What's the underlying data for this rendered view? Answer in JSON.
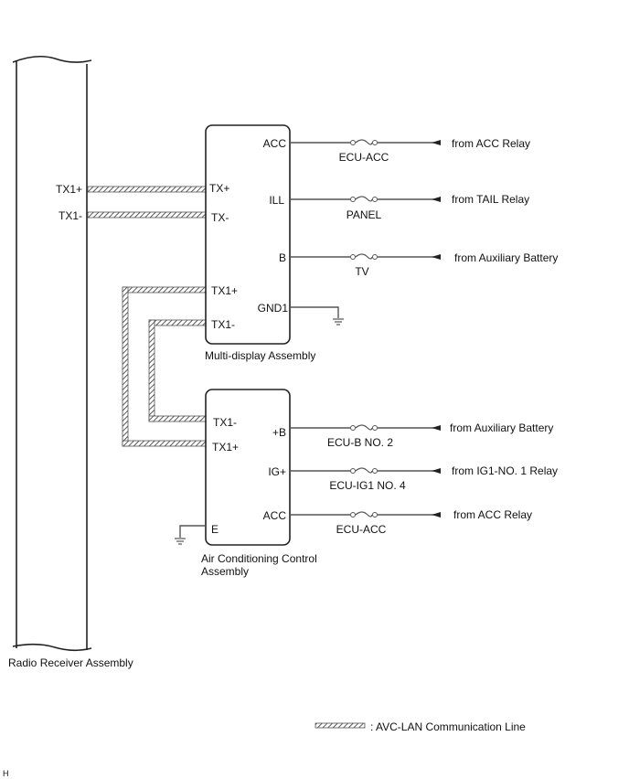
{
  "radio_receiver": {
    "label": "Radio Receiver Assembly",
    "pins": [
      {
        "id": "tx1p",
        "label": "TX1+"
      },
      {
        "id": "tx1m",
        "label": "TX1-"
      }
    ]
  },
  "multi_display": {
    "label": "Multi-display Assembly",
    "left_pins": [
      {
        "id": "txp",
        "label": "TX+"
      },
      {
        "id": "txm",
        "label": "TX-"
      },
      {
        "id": "tx1p",
        "label": "TX1+"
      },
      {
        "id": "tx1m",
        "label": "TX1-"
      }
    ],
    "right_pins": [
      {
        "id": "acc",
        "label": "ACC",
        "fuse": "ECU-ACC",
        "source": "from ACC Relay"
      },
      {
        "id": "ill",
        "label": "ILL",
        "fuse": "PANEL",
        "source": "from TAIL Relay"
      },
      {
        "id": "b",
        "label": "B",
        "fuse": "TV",
        "source": "from Auxiliary Battery"
      },
      {
        "id": "gnd1",
        "label": "GND1",
        "ground": true
      }
    ]
  },
  "air_conditioning": {
    "label_line1": "Air Conditioning Control",
    "label_line2": "Assembly",
    "left_pins": [
      {
        "id": "tx1m",
        "label": "TX1-"
      },
      {
        "id": "tx1p",
        "label": "TX1+"
      },
      {
        "id": "e",
        "label": "E",
        "ground": true
      }
    ],
    "right_pins": [
      {
        "id": "pb",
        "label": "+B",
        "fuse": "ECU-B NO. 2",
        "source": "from Auxiliary Battery"
      },
      {
        "id": "ig",
        "label": "IG+",
        "fuse": "ECU-IG1 NO. 4",
        "source": "from IG1-NO. 1 Relay"
      },
      {
        "id": "acc",
        "label": "ACC",
        "fuse": "ECU-ACC",
        "source": "from ACC Relay"
      }
    ]
  },
  "legend": {
    "symbol": "hatched-line",
    "label": ": AVC-LAN Communication Line"
  },
  "footer_code": "H"
}
